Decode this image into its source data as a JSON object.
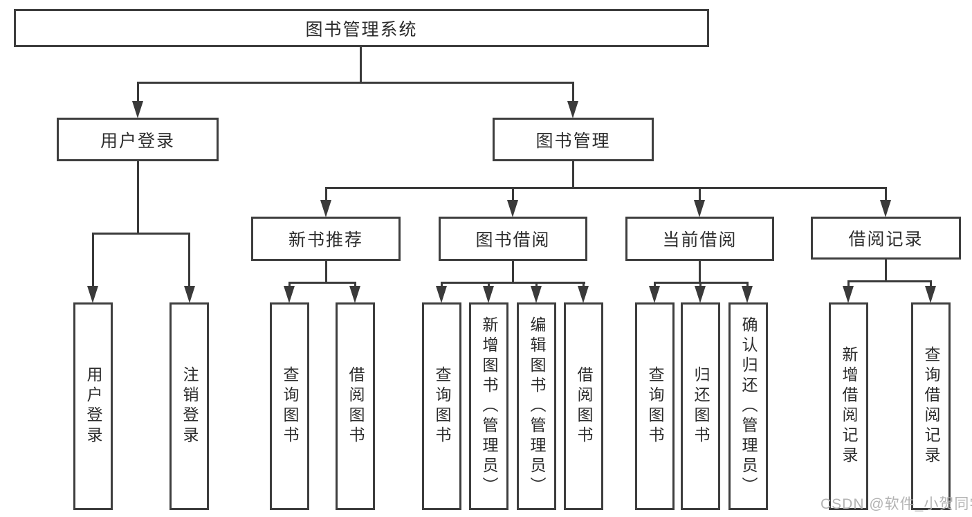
{
  "diagram": {
    "root": "图书管理系统",
    "user_login_branch": {
      "label": "用户登录",
      "children": [
        "用户登录",
        "注销登录"
      ]
    },
    "book_management_branch": {
      "label": "图书管理",
      "sections": [
        {
          "label": "新书推荐",
          "children": [
            "查询图书",
            "借阅图书"
          ]
        },
        {
          "label": "图书借阅",
          "children": [
            "查询图书",
            "新增图书（管理员）",
            "编辑图书（管理员）",
            "借阅图书"
          ]
        },
        {
          "label": "当前借阅",
          "children": [
            "查询图书",
            "归还图书",
            "确认归还（管理员）"
          ]
        },
        {
          "label": "借阅记录",
          "children": [
            "新增借阅记录",
            "查询借阅记录"
          ]
        }
      ]
    },
    "watermark": "CSDN @软件_小贺同学",
    "colors": {
      "border": "#3e3e3e",
      "line": "#3a3a3a",
      "text": "#2c2c2c",
      "watermark": "#b3b3b3",
      "background": "#ffffff"
    }
  }
}
